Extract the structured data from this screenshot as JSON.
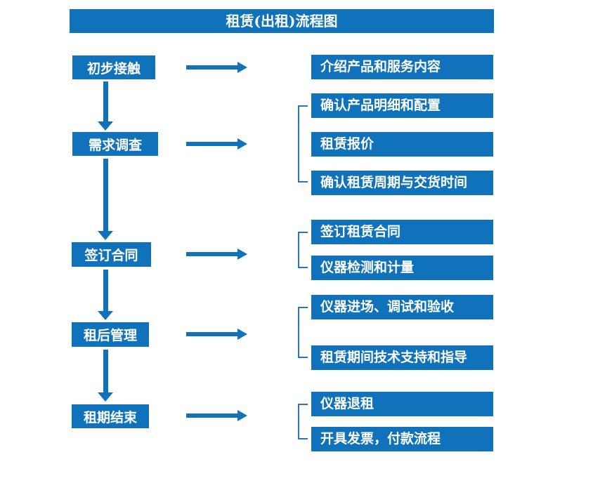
{
  "colors": {
    "primary": "#1072BA",
    "bracket": "#2E75B6",
    "text_on_primary": "#FFFFFF",
    "background": "#FFFFFF"
  },
  "icons": {
    "arrow_right": "→",
    "arrow_down": "↓",
    "bracket": "["
  },
  "flow": {
    "title": "租赁(出租)流程图",
    "steps": [
      {
        "label": "初步接触",
        "outputs": [
          "介绍产品和服务内容"
        ]
      },
      {
        "label": "需求调查",
        "outputs": [
          "确认产品明细和配置",
          "租赁报价",
          "确认租赁周期与交货时间"
        ]
      },
      {
        "label": "签订合同",
        "outputs": [
          "签订租赁合同",
          "仪器检测和计量"
        ]
      },
      {
        "label": "租后管理",
        "outputs": [
          "仪器进场、调试和验收",
          "租赁期间技术支持和指导"
        ]
      },
      {
        "label": "租期结束",
        "outputs": [
          "仪器退租",
          "开具发票，付款流程"
        ]
      }
    ]
  }
}
